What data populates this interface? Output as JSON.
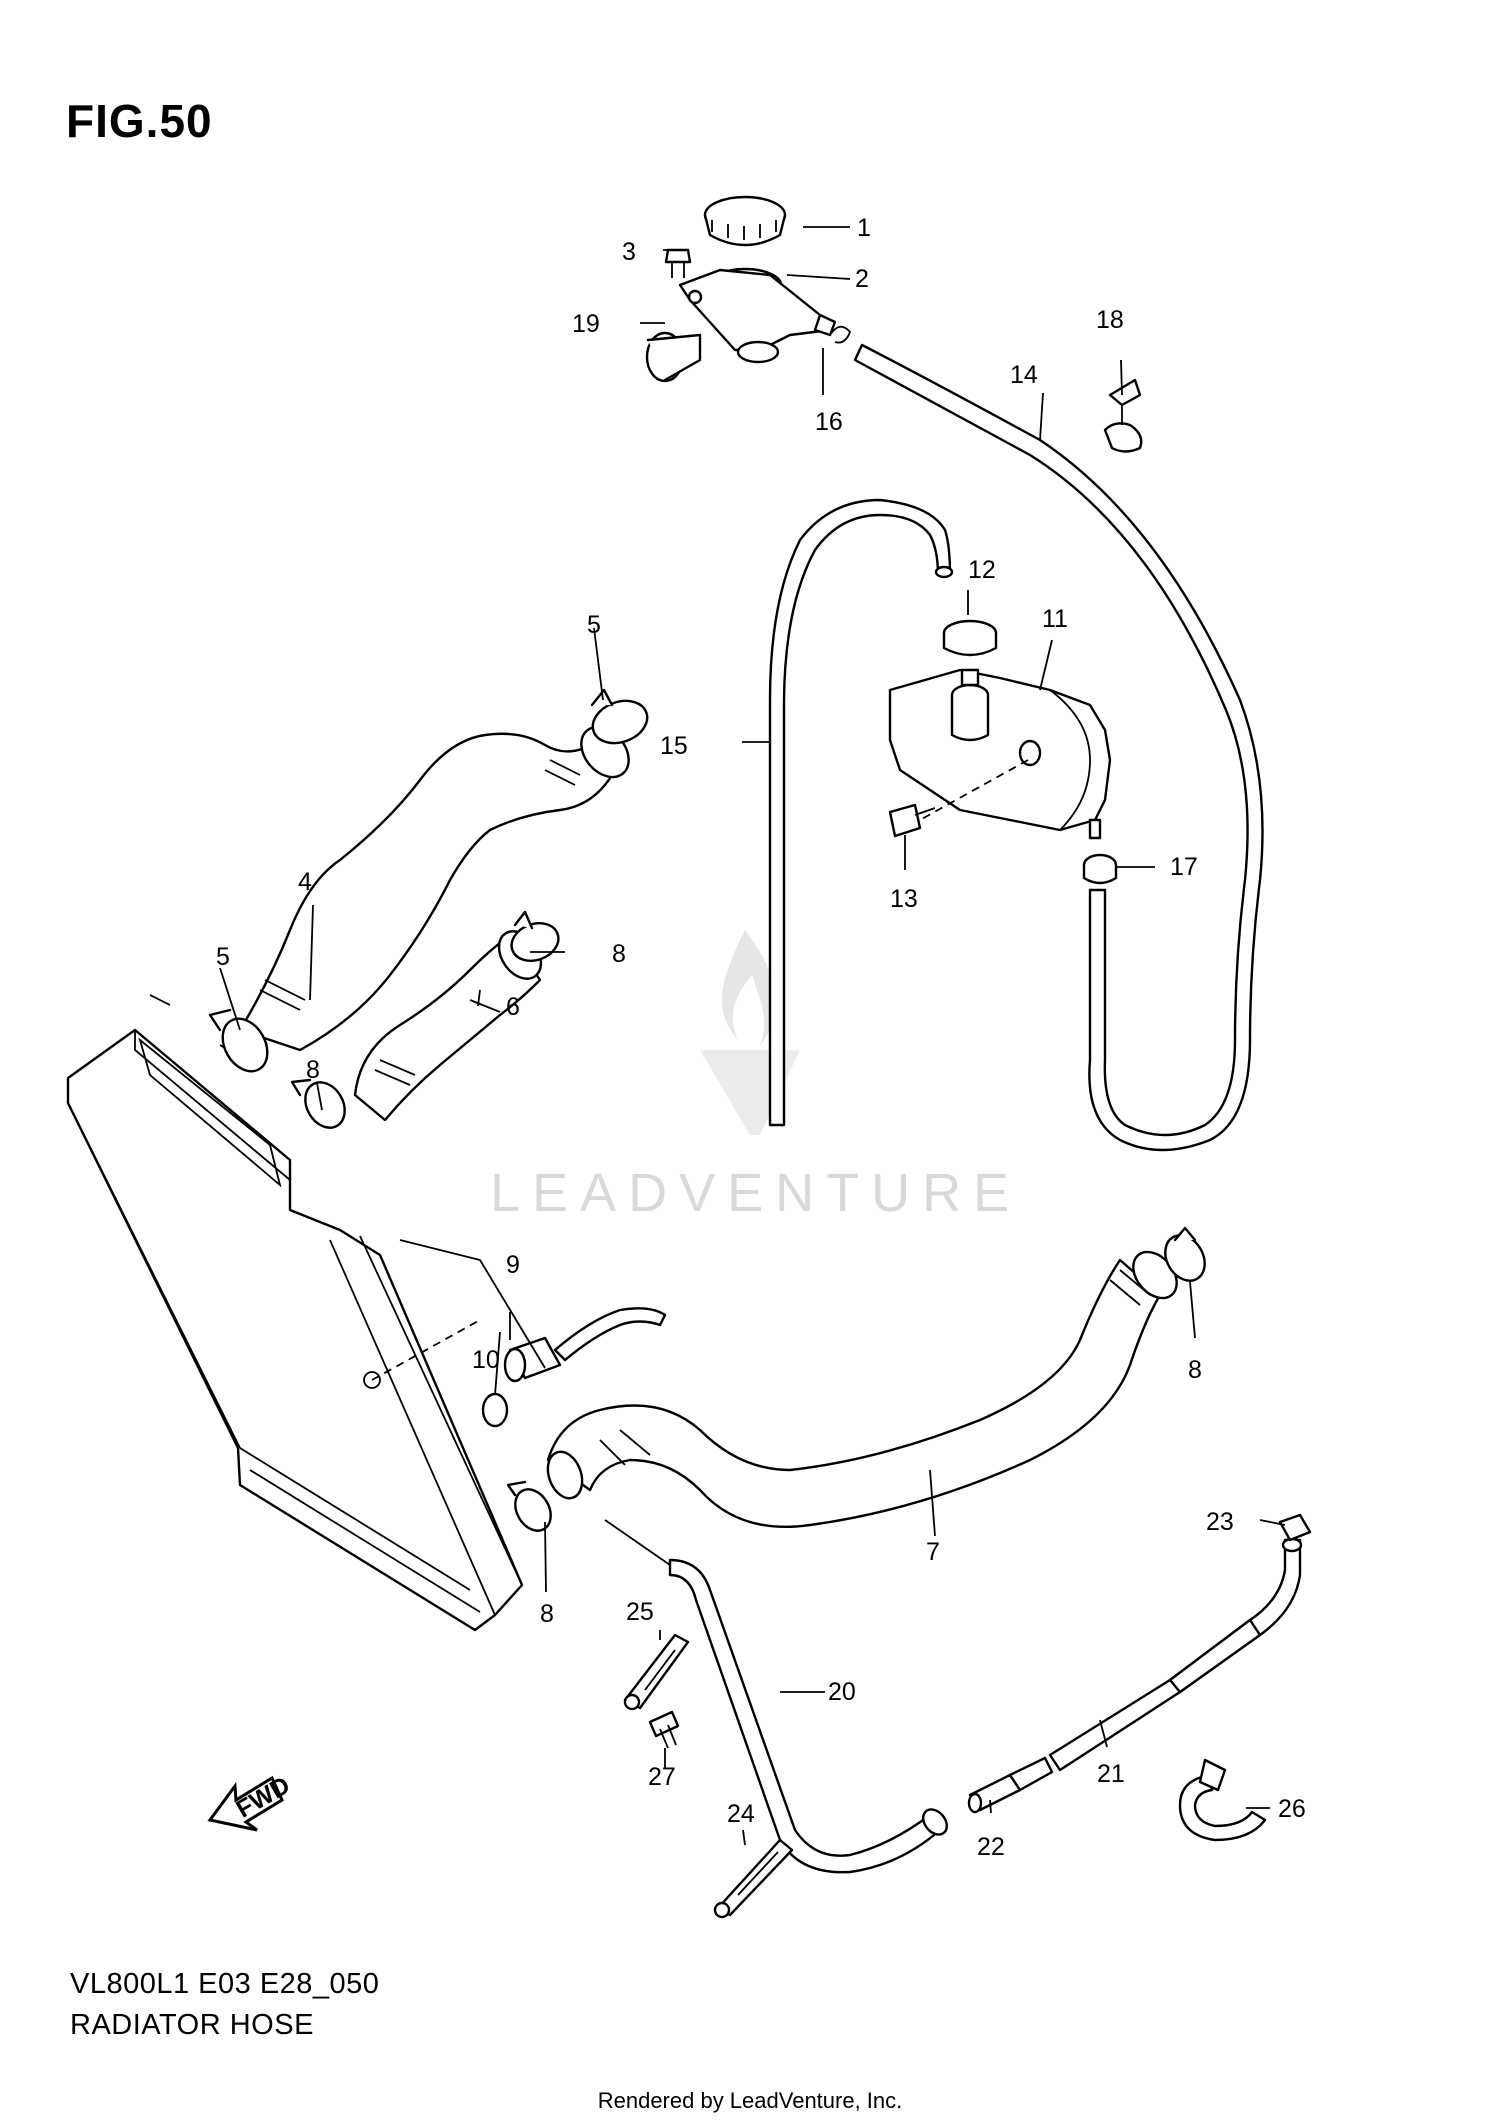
{
  "figure": {
    "title": "FIG.50"
  },
  "footer": {
    "model_code": "VL800L1 E03 E28_050",
    "section_name": "RADIATOR HOSE",
    "rendered_by": "Rendered by LeadVenture, Inc."
  },
  "watermark": {
    "text": "LEADVENTURE"
  },
  "direction_marker": {
    "text": "FWD"
  },
  "callouts": [
    "1",
    "2",
    "3",
    "4",
    "5",
    "5",
    "6",
    "7",
    "8",
    "8",
    "8",
    "8",
    "9",
    "10",
    "11",
    "12",
    "13",
    "14",
    "15",
    "16",
    "17",
    "18",
    "19",
    "20",
    "21",
    "22",
    "23",
    "24",
    "25",
    "26",
    "27"
  ]
}
